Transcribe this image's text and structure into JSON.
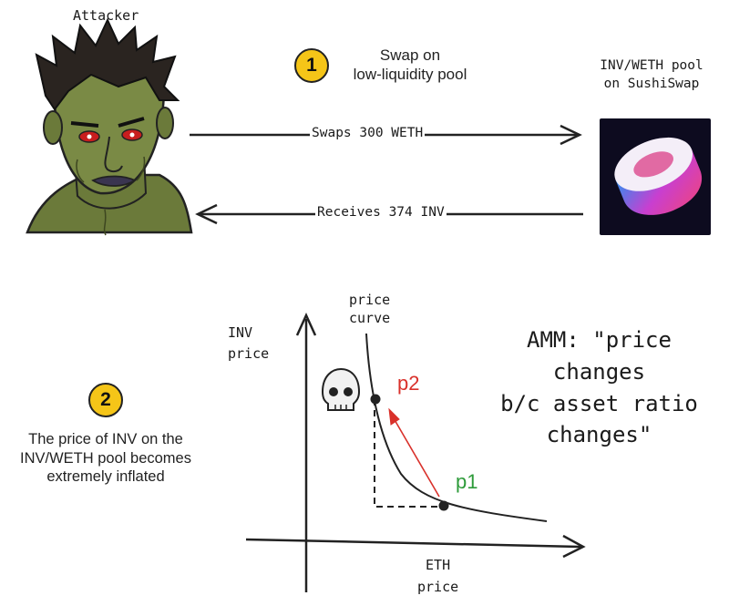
{
  "attacker": {
    "label": "Attacker"
  },
  "step1": {
    "number": "1",
    "text_line1": "Swap on",
    "text_line2": "low-liquidity pool"
  },
  "pool": {
    "label_line1": "INV/WETH pool",
    "label_line2": "on SushiSwap"
  },
  "arrows": {
    "swap_label": "Swaps 300 WETH",
    "receive_label": "Receives 374 INV"
  },
  "step2": {
    "number": "2",
    "text_line1": "The price of INV on the",
    "text_line2": "INV/WETH pool becomes",
    "text_line3": "extremely inflated"
  },
  "chart": {
    "ylabel_line1": "INV",
    "ylabel_line2": "price",
    "xlabel_line1": "ETH",
    "xlabel_line2": "price",
    "curve_label_line1": "price",
    "curve_label_line2": "curve",
    "p1_label": "p1",
    "p2_label": "p2",
    "p1_color": "#2e9b3a",
    "p2_color": "#d9312b",
    "skull_icon": "skull"
  },
  "amm_note": {
    "line1": "AMM: \"price changes",
    "line2": "b/c asset ratio",
    "line3": "changes\""
  }
}
